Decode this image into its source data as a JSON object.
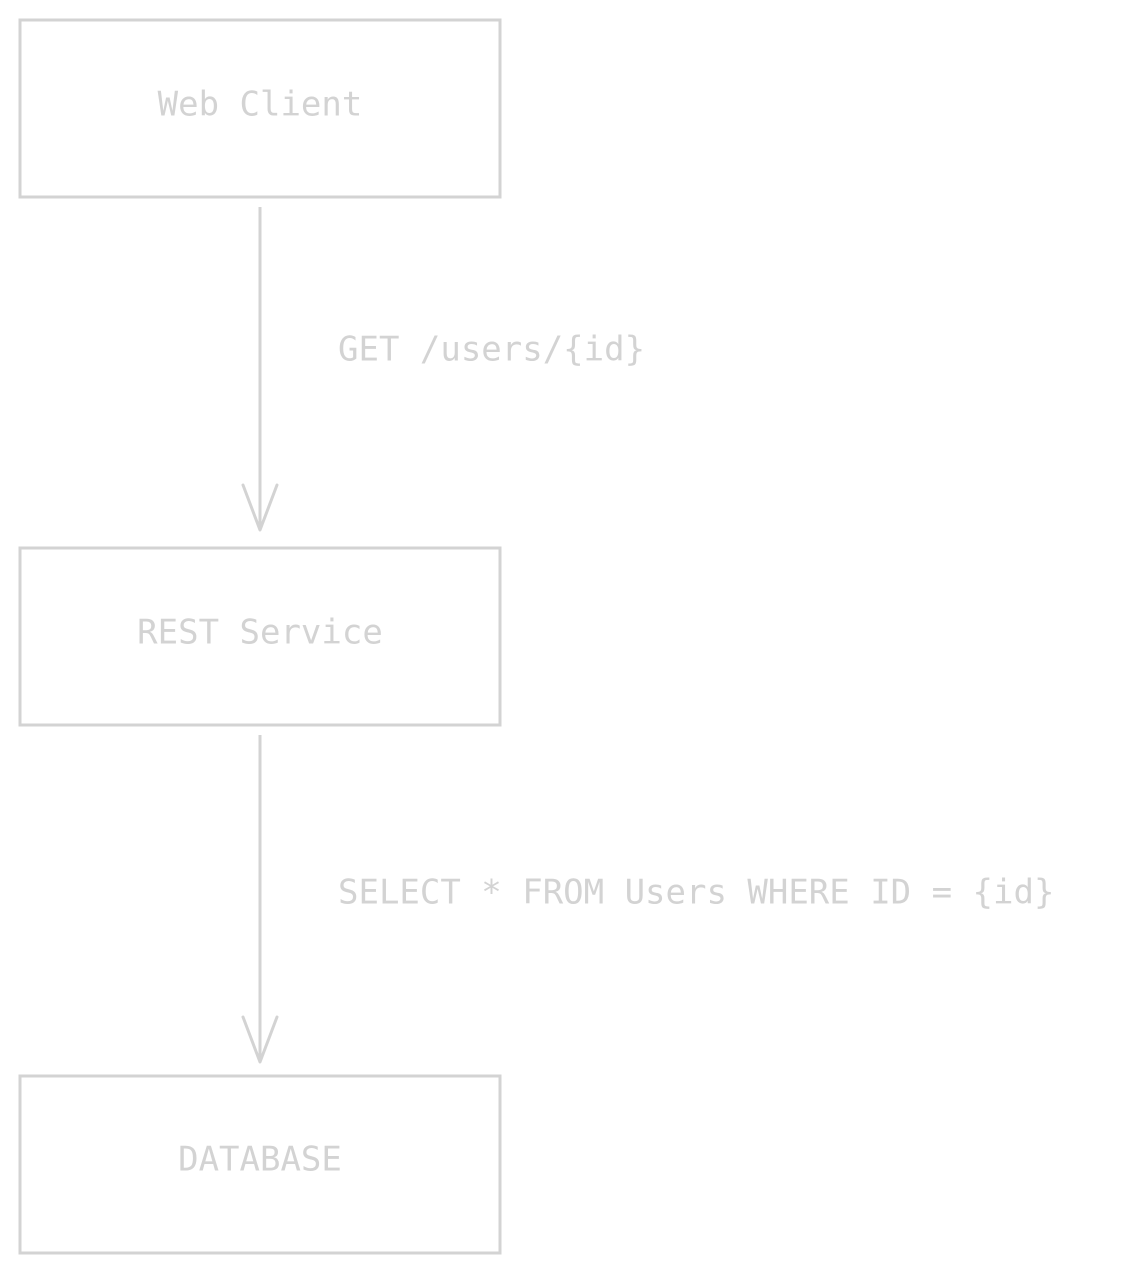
{
  "colors": {
    "stroke": "#d3d3d3",
    "text": "#d3d3d3",
    "background": "#ffffff"
  },
  "nodes": {
    "web_client": {
      "label": "Web Client"
    },
    "rest_service": {
      "label": "REST Service"
    },
    "database": {
      "label": "DATABASE"
    }
  },
  "edges": {
    "client_to_service": {
      "label": "GET /users/{id}"
    },
    "service_to_database": {
      "label": "SELECT * FROM Users WHERE ID = {id}"
    }
  }
}
